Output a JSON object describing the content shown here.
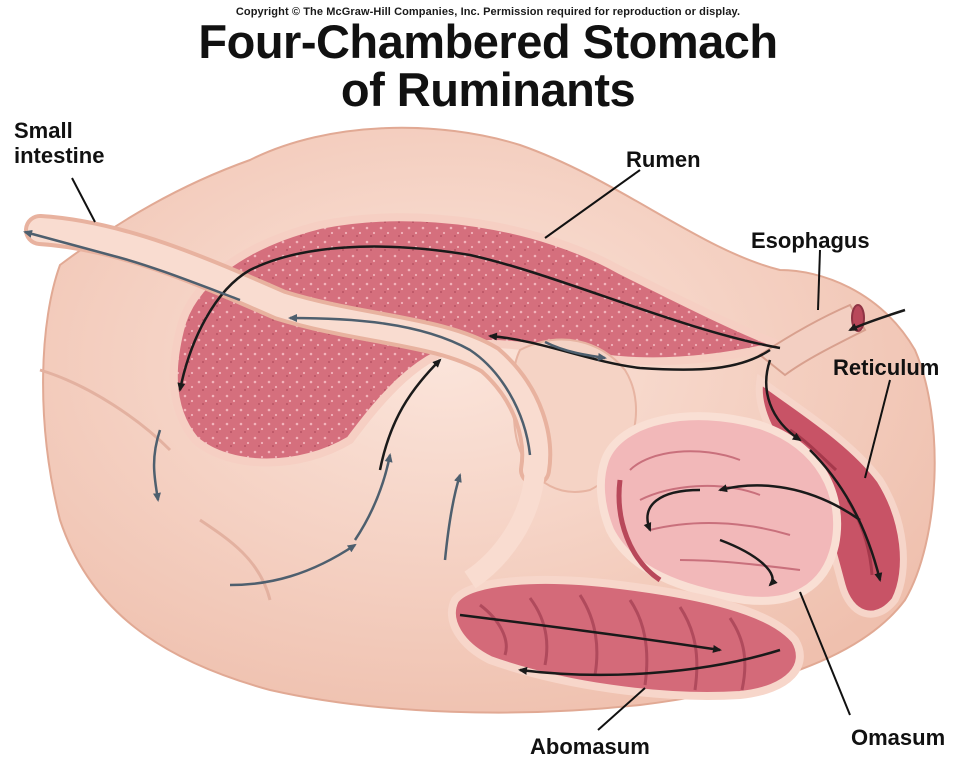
{
  "copyright": "Copyright © The McGraw-Hill Companies, Inc. Permission required for reproduction or display.",
  "title": {
    "line1": "Four-Chambered Stomach",
    "line2": "of Ruminants"
  },
  "labels": {
    "small_intestine_line1": "Small",
    "small_intestine_line2": "intestine",
    "rumen": "Rumen",
    "esophagus": "Esophagus",
    "reticulum": "Reticulum",
    "omasum": "Omasum",
    "abomasum": "Abomasum"
  },
  "colors": {
    "outer_tissue": "#f8d8cc",
    "outer_tissue_shadow": "#eab9a8",
    "lumen": "#d9707e",
    "lumen_dark": "#b8485a",
    "flow_arrow": "#1a1a1a",
    "return_arrow": "#4e5f6e"
  }
}
